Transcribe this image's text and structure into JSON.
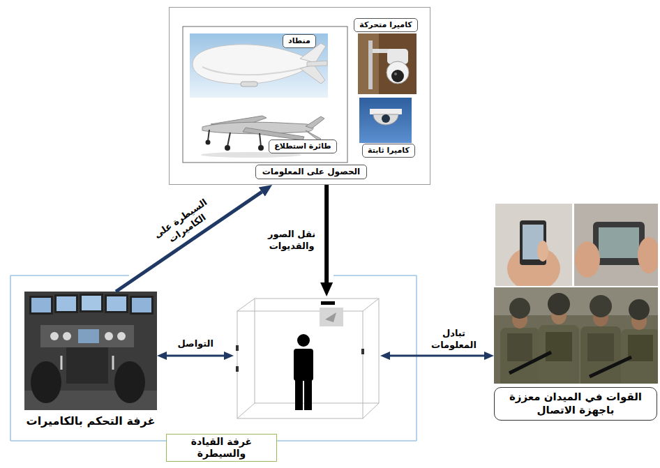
{
  "diagram": {
    "nodes": [
      {
        "text": [
          "الحصول على المعلومات"
        ]
      },
      {
        "text": [
          "منطاد"
        ],
        "in": 0
      },
      {
        "text": [
          "طائرة استطلاع"
        ],
        "in": 0
      },
      {
        "text": [
          "كاميرا متحركة"
        ],
        "in": 0
      },
      {
        "text": [
          "كاميرا ثابتة"
        ],
        "in": 0
      },
      {
        "text": [
          "غرفة التحكم بالكاميرات"
        ]
      },
      {
        "text": [
          "غرفة القيادة والسيطرة"
        ]
      },
      {
        "text": [
          "القوات في الميدان معززة باجهزة الاتصال"
        ]
      }
    ],
    "edges": [
      {
        "from": 5,
        "to": 0,
        "arrow": "to",
        "label": "السيطرة على الكاميرات"
      },
      {
        "from": 0,
        "to": 6,
        "arrow": "to",
        "label": "نقل الصور والقديوات"
      },
      {
        "from": 5,
        "to": 6,
        "arrow": "both",
        "label": "التواصل"
      },
      {
        "from": 6,
        "to": 7,
        "arrow": "both",
        "label": "تبادل المعلومات"
      }
    ]
  }
}
